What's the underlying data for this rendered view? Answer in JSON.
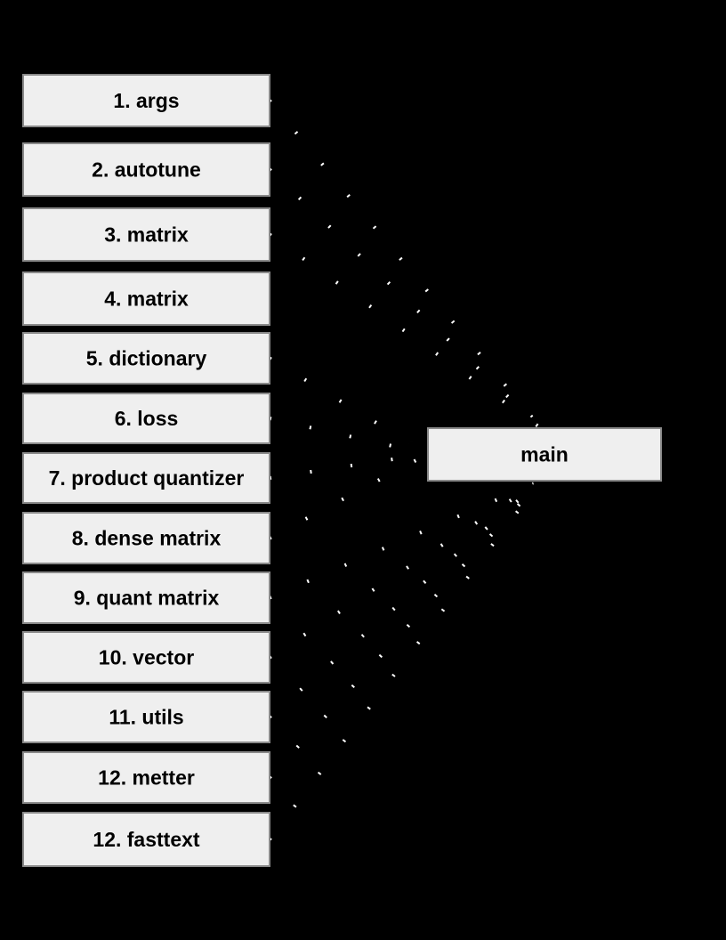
{
  "diagram": {
    "sources": [
      {
        "id": "n1",
        "label": "1. args",
        "connected": true
      },
      {
        "id": "n2",
        "label": "2. autotune",
        "connected": true
      },
      {
        "id": "n3",
        "label": "3. matrix",
        "connected": true
      },
      {
        "id": "n4",
        "label": "4. matrix",
        "connected": false
      },
      {
        "id": "n5",
        "label": "5. dictionary",
        "connected": true
      },
      {
        "id": "n6",
        "label": "6. loss",
        "connected": true
      },
      {
        "id": "n7",
        "label": "7. product quantizer",
        "connected": true
      },
      {
        "id": "n8",
        "label": "8. dense matrix",
        "connected": true
      },
      {
        "id": "n9",
        "label": "9. quant matrix",
        "connected": true
      },
      {
        "id": "n10",
        "label": "10. vector",
        "connected": true
      },
      {
        "id": "n11",
        "label": "11. utils",
        "connected": true
      },
      {
        "id": "n12",
        "label": "12. metter",
        "connected": true
      },
      {
        "id": "n13",
        "label": "12. fasttext",
        "connected": true
      }
    ],
    "target": {
      "id": "main",
      "label": "main"
    },
    "colors": {
      "background": "#000000",
      "node_fill": "#efefef",
      "node_border": "#8a8a8a",
      "text": "#000000",
      "edge": "#000000",
      "edge_halo": "#ffffff"
    }
  }
}
